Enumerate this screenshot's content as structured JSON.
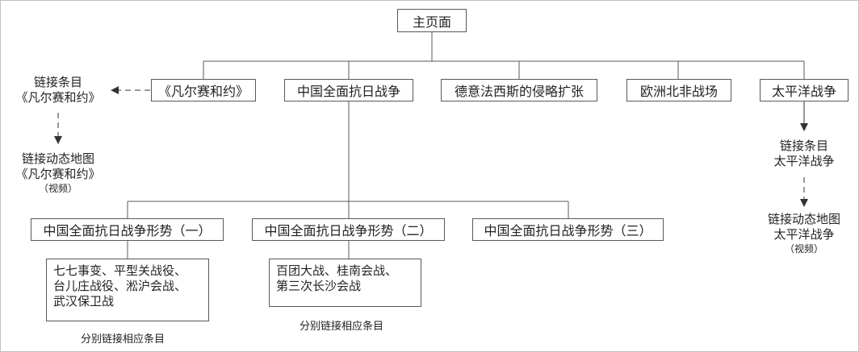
{
  "root": {
    "label": "主页面"
  },
  "level1": [
    {
      "id": "versailles",
      "label": "《凡尔赛和约》"
    },
    {
      "id": "china",
      "label": "中国全面抗日战争"
    },
    {
      "id": "fascist",
      "label": "德意法西斯的侵略扩张"
    },
    {
      "id": "europe",
      "label": "欧洲北非战场"
    },
    {
      "id": "pacific",
      "label": "太平洋战争"
    }
  ],
  "versailles_links": {
    "entry_line1": "链接条目",
    "entry_line2": "《凡尔赛和约》",
    "map_line1": "链接动态地图",
    "map_line2": "《凡尔赛和约》",
    "map_line3": "（视频）"
  },
  "pacific_links": {
    "entry_line1": "链接条目",
    "entry_line2": "太平洋战争",
    "map_line1": "链接动态地图",
    "map_line2": "太平洋战争",
    "map_line3": "（视频）"
  },
  "situations": [
    {
      "label": "中国全面抗日战争形势（一）"
    },
    {
      "label": "中国全面抗日战争形势（二）"
    },
    {
      "label": "中国全面抗日战争形势（三）"
    }
  ],
  "battles1": {
    "line1": "七七事变、平型关战役、",
    "line2": "台儿庄战役、淞沪会战、",
    "line3": "武汉保卫战"
  },
  "battles2": {
    "line1": "百团大战、桂南会战、",
    "line2": "第三次长沙会战"
  },
  "notes": {
    "note1": "分别链接相应条目",
    "note2": "分别链接相应条目"
  }
}
